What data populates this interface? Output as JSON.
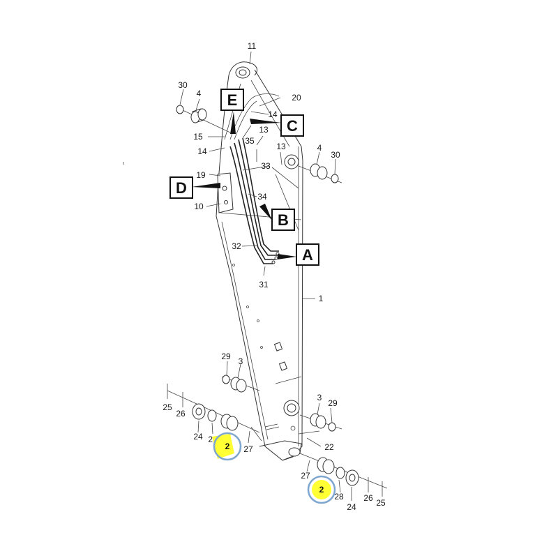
{
  "callouts": {
    "c1": "1",
    "c2a": "2",
    "c2b": "2",
    "c3a": "3",
    "c3b": "3",
    "c4a": "4",
    "c4b": "4",
    "c10": "10",
    "c11": "11",
    "c13a": "13",
    "c13b": "13",
    "c14a": "14",
    "c14b": "14",
    "c15": "15",
    "c19": "19",
    "c20": "20",
    "c22": "22",
    "c24a": "24",
    "c24b": "24",
    "c25a": "25",
    "c25b": "25",
    "c26a": "26",
    "c26b": "26",
    "c27a": "27",
    "c27b": "27",
    "c28a": "28",
    "c28b": "28",
    "c29a": "29",
    "c29b": "29",
    "c30a": "30",
    "c30b": "30",
    "c31": "31",
    "c32": "32",
    "c33": "33",
    "c34": "34",
    "c35": "35"
  },
  "boxes": {
    "A": "A",
    "B": "B",
    "C": "C",
    "D": "D",
    "E": "E"
  },
  "highlight": {
    "fill_color": "#ffff33",
    "ring_color": "#7fa6cf"
  }
}
